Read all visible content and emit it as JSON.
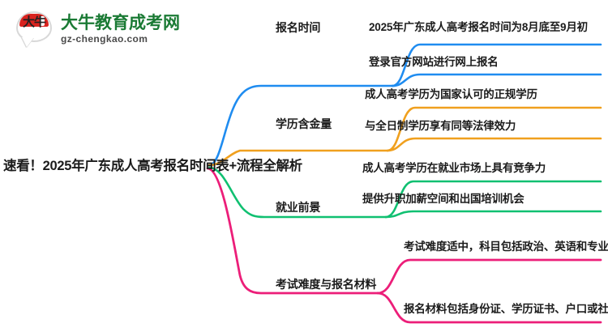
{
  "logo": {
    "mark_text": "大牛",
    "title": "大牛教育成考网",
    "subtitle": "gz-chengkao.com",
    "brand_green": "#1a7a34",
    "brand_red": "#d9231f"
  },
  "mindmap": {
    "root": "速看！2025年广东成人高考报名时间表+流程全解析",
    "branches": [
      {
        "label": "报名时间",
        "color": "#1f8cf0",
        "children": [
          "2025年广东成人高考报名时间为8月底至9月初",
          "登录官方网站进行网上报名"
        ]
      },
      {
        "label": "学历含金量",
        "color": "#f0a01e",
        "children": [
          "成人高考学历为国家认可的正规学历",
          "与全日制学历享有同等法律效力"
        ]
      },
      {
        "label": "就业前景",
        "color": "#10c071",
        "children": [
          "成人高考学历在就业市场上具有竞争力",
          "提供升职加薪空间和出国培训机会"
        ]
      },
      {
        "label": "考试难度与报名材料",
        "color": "#ec1e79",
        "children": [
          "考试难度适中，科目包括政治、英语和专业基础课",
          "报名材料包括身份证、学历证书、户口或社保证明"
        ]
      }
    ]
  }
}
